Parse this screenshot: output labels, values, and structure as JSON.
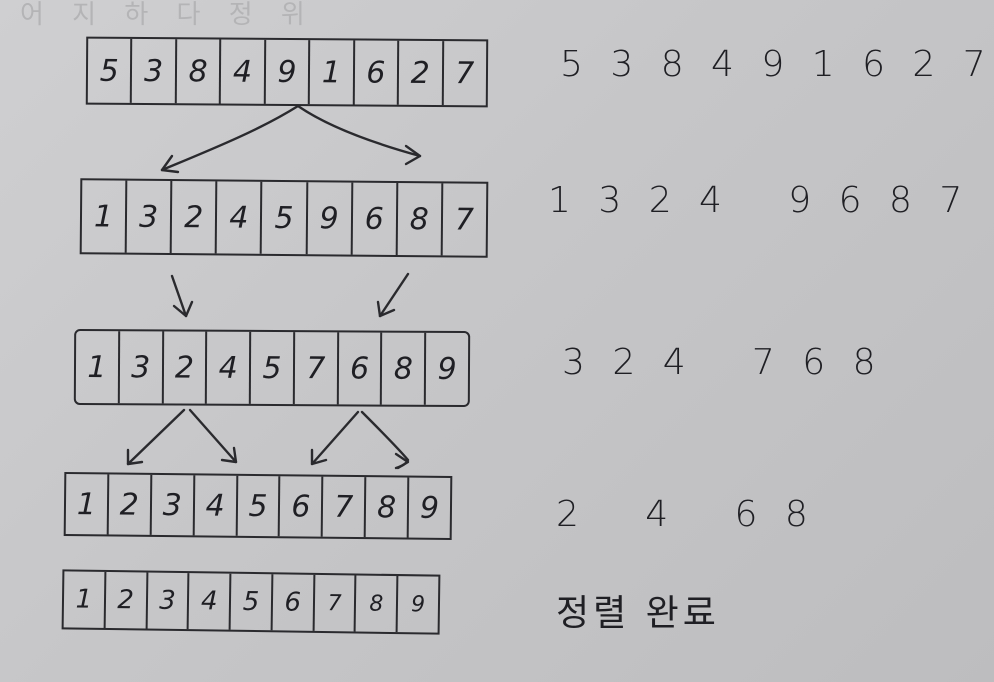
{
  "ghost_text": {
    "top": "어 지 하 다 정 위"
  },
  "rows": [
    {
      "cells": [
        "5",
        "3",
        "8",
        "4",
        "9",
        "1",
        "6",
        "2",
        "7"
      ],
      "note": "5 3 8 4 9 1 6 2 7"
    },
    {
      "cells": [
        "1",
        "3",
        "2",
        "4",
        "5",
        "9",
        "6",
        "8",
        "7"
      ],
      "note": "1 3 2 4   9 6 8 7"
    },
    {
      "cells": [
        "1",
        "3",
        "2",
        "4",
        "5",
        "7",
        "6",
        "8",
        "9"
      ],
      "note": "3 2 4   7 6 8"
    },
    {
      "cells": [
        "1",
        "2",
        "3",
        "4",
        "5",
        "6",
        "7",
        "8",
        "9"
      ],
      "note": "2   4   6 8"
    },
    {
      "cells": [
        "1",
        "2",
        "3",
        "4",
        "5",
        "6",
        "7",
        "8",
        "9"
      ],
      "note": "정렬 완료"
    }
  ]
}
